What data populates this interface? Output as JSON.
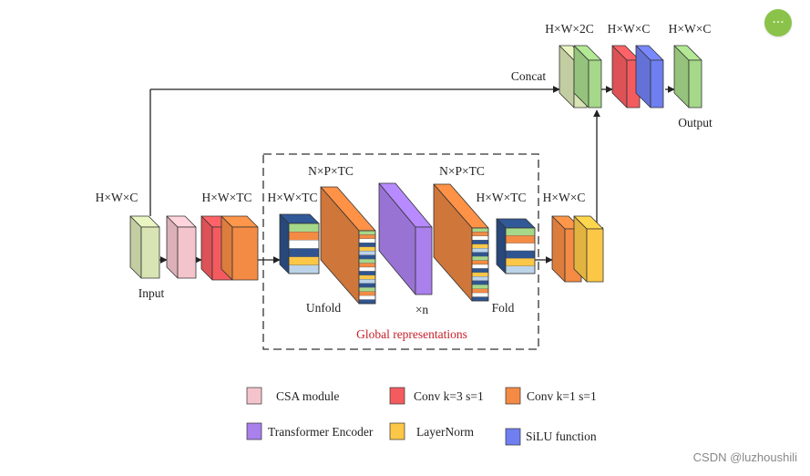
{
  "diagram": {
    "labels": {
      "in_dims": "H×W×C",
      "input": "Input",
      "conv_dims": "H×W×TC",
      "pre_unfold_dims": "H×W×TC",
      "unfold_dims": "N×P×TC",
      "unfold": "Unfold",
      "times_n": "×n",
      "fold_in_dims": "N×P×TC",
      "fold_dims": "H×W×TC",
      "fold": "Fold",
      "post_dims": "H×W×C",
      "global": "Global representations",
      "concat": "Concat",
      "concat_dims": "H×W×2C",
      "conv_out_dims": "H×W×C",
      "output_dims": "H×W×C",
      "output": "Output"
    },
    "colors": {
      "input_green": "#d8e4b4",
      "green": "#a6d88a",
      "pink": "#f4c4cc",
      "red": "#f45b5f",
      "orange": "#f48b44",
      "purple": "#a980ec",
      "yellow": "#fcc747",
      "blue": "#6f7ff0",
      "stripe_dark": "#2f5490",
      "label_red": "#c8202a"
    }
  },
  "legend": {
    "items": [
      {
        "name": "csa",
        "label": "CSA module",
        "color": "#f4c4cc"
      },
      {
        "name": "conv3",
        "label": "Conv k=3 s=1",
        "color": "#f45b5f"
      },
      {
        "name": "conv1",
        "label": "Conv k=1 s=1",
        "color": "#f48b44"
      },
      {
        "name": "transformer",
        "label": "Transformer Encoder",
        "color": "#a980ec"
      },
      {
        "name": "layernorm",
        "label": "LayerNorm",
        "color": "#fcc747"
      },
      {
        "name": "silu",
        "label": "SiLU function",
        "color": "#6f7ff0"
      }
    ]
  },
  "watermark": "CSDN @luzhoushili",
  "more_button": "···"
}
